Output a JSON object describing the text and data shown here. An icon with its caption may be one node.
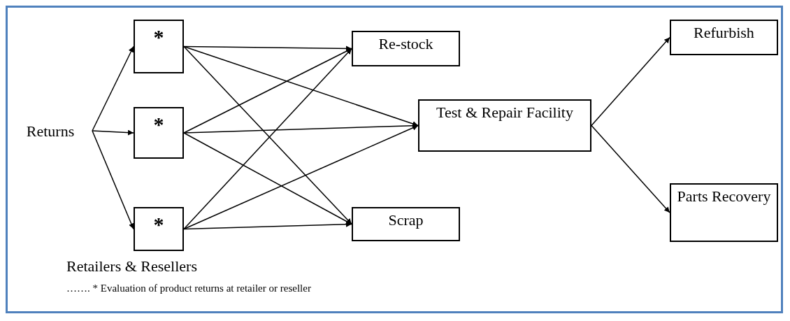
{
  "diagram": {
    "nodes": [
      {
        "text": [
          "Returns"
        ]
      },
      {
        "text": [
          "*"
        ]
      },
      {
        "text": [
          "*"
        ]
      },
      {
        "text": [
          "*"
        ]
      },
      {
        "text": [
          "Re-stock"
        ]
      },
      {
        "text": [
          "Test & Repair Facility"
        ]
      },
      {
        "text": [
          "Scrap"
        ]
      },
      {
        "text": [
          "Refurbish"
        ]
      },
      {
        "text": [
          "Parts Recovery"
        ]
      }
    ],
    "edges": [
      {
        "from": 0,
        "to": 1,
        "arrow": "to"
      },
      {
        "from": 0,
        "to": 2,
        "arrow": "to"
      },
      {
        "from": 0,
        "to": 3,
        "arrow": "to"
      },
      {
        "from": 1,
        "to": 4,
        "arrow": "to"
      },
      {
        "from": 1,
        "to": 5,
        "arrow": "to"
      },
      {
        "from": 1,
        "to": 6,
        "arrow": "to"
      },
      {
        "from": 2,
        "to": 4,
        "arrow": "to"
      },
      {
        "from": 2,
        "to": 5,
        "arrow": "to"
      },
      {
        "from": 2,
        "to": 6,
        "arrow": "to"
      },
      {
        "from": 3,
        "to": 4,
        "arrow": "to"
      },
      {
        "from": 3,
        "to": 5,
        "arrow": "to"
      },
      {
        "from": 3,
        "to": 6,
        "arrow": "to"
      },
      {
        "from": 5,
        "to": 7,
        "arrow": "to"
      },
      {
        "from": 5,
        "to": 8,
        "arrow": "to"
      }
    ],
    "labels": [
      "Retailers & Resellers",
      "……. * Evaluation of product returns at retailer or reseller"
    ]
  }
}
